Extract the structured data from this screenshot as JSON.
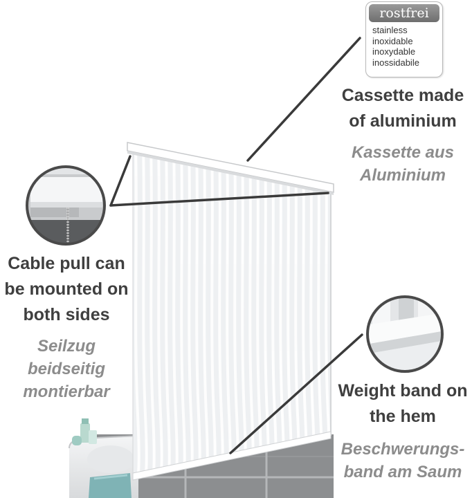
{
  "badge": {
    "title": "rostfrei",
    "lines": [
      "stainless",
      "inoxidable",
      "inoxydable",
      "inossidabile"
    ]
  },
  "callouts": {
    "cassette": {
      "en": [
        "Cassette made",
        "of aluminium"
      ],
      "de": [
        "Kassette aus",
        "Aluminium"
      ]
    },
    "cable": {
      "en": [
        "Cable pull can",
        "be mounted on",
        "both sides"
      ],
      "de": [
        "Seilzug",
        "beidseitig",
        "montierbar"
      ]
    },
    "weight": {
      "en": [
        "Weight band on",
        "the hem"
      ],
      "de": [
        "Beschwerungs-",
        "band am Saum"
      ]
    }
  },
  "colors": {
    "text_primary": "#3f3f3f",
    "text_secondary": "#8c8c8c",
    "tile": "#8a8c8e",
    "blind": "#eef0f2"
  }
}
